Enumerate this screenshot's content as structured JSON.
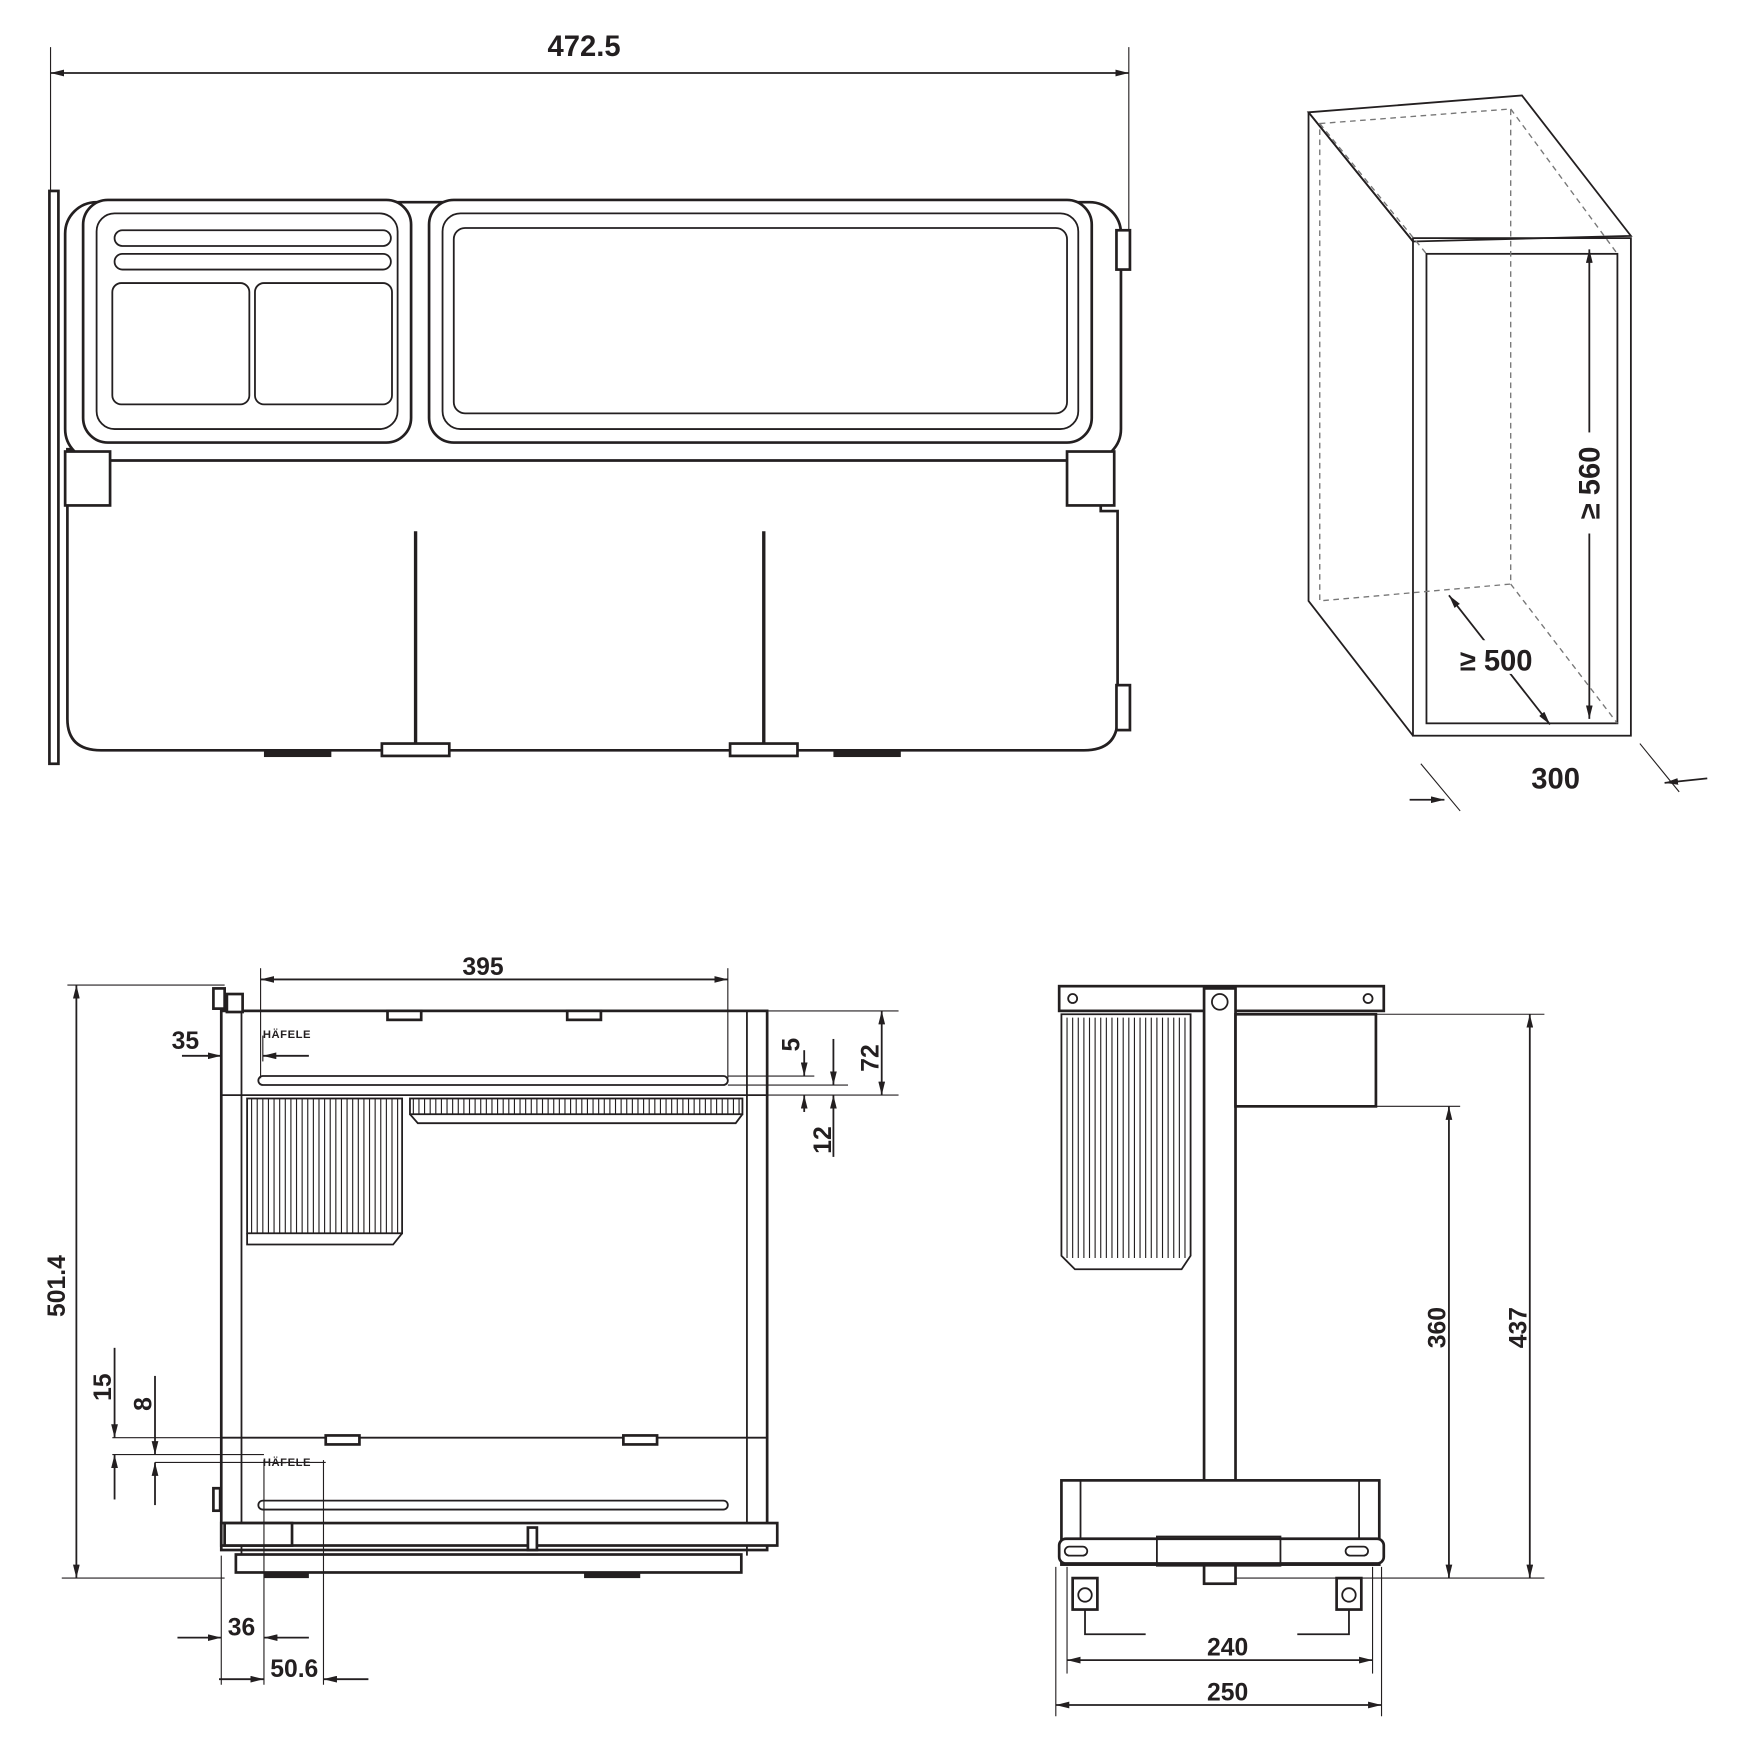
{
  "title": "Pull-out waste bin dimension drawing",
  "brand_logo": "HÄFELE",
  "top_view": {
    "width_label": "472.5"
  },
  "cabinet_view": {
    "height_label": "≥ 560",
    "depth_label": "≥ 500",
    "width_label": "300"
  },
  "front_view": {
    "inner_width": "395",
    "left_offset": "35",
    "dim_5": "5",
    "dim_72": "72",
    "dim_12": "12",
    "height": "501.4",
    "dim_15": "15",
    "dim_8": "8",
    "dim_36": "36",
    "dim_50_6": "50.6"
  },
  "side_view": {
    "dim_360": "360",
    "dim_437": "437",
    "dim_240": "240",
    "dim_250": "250"
  },
  "colors": {
    "line": "#231f20",
    "hidden": "#777777"
  }
}
